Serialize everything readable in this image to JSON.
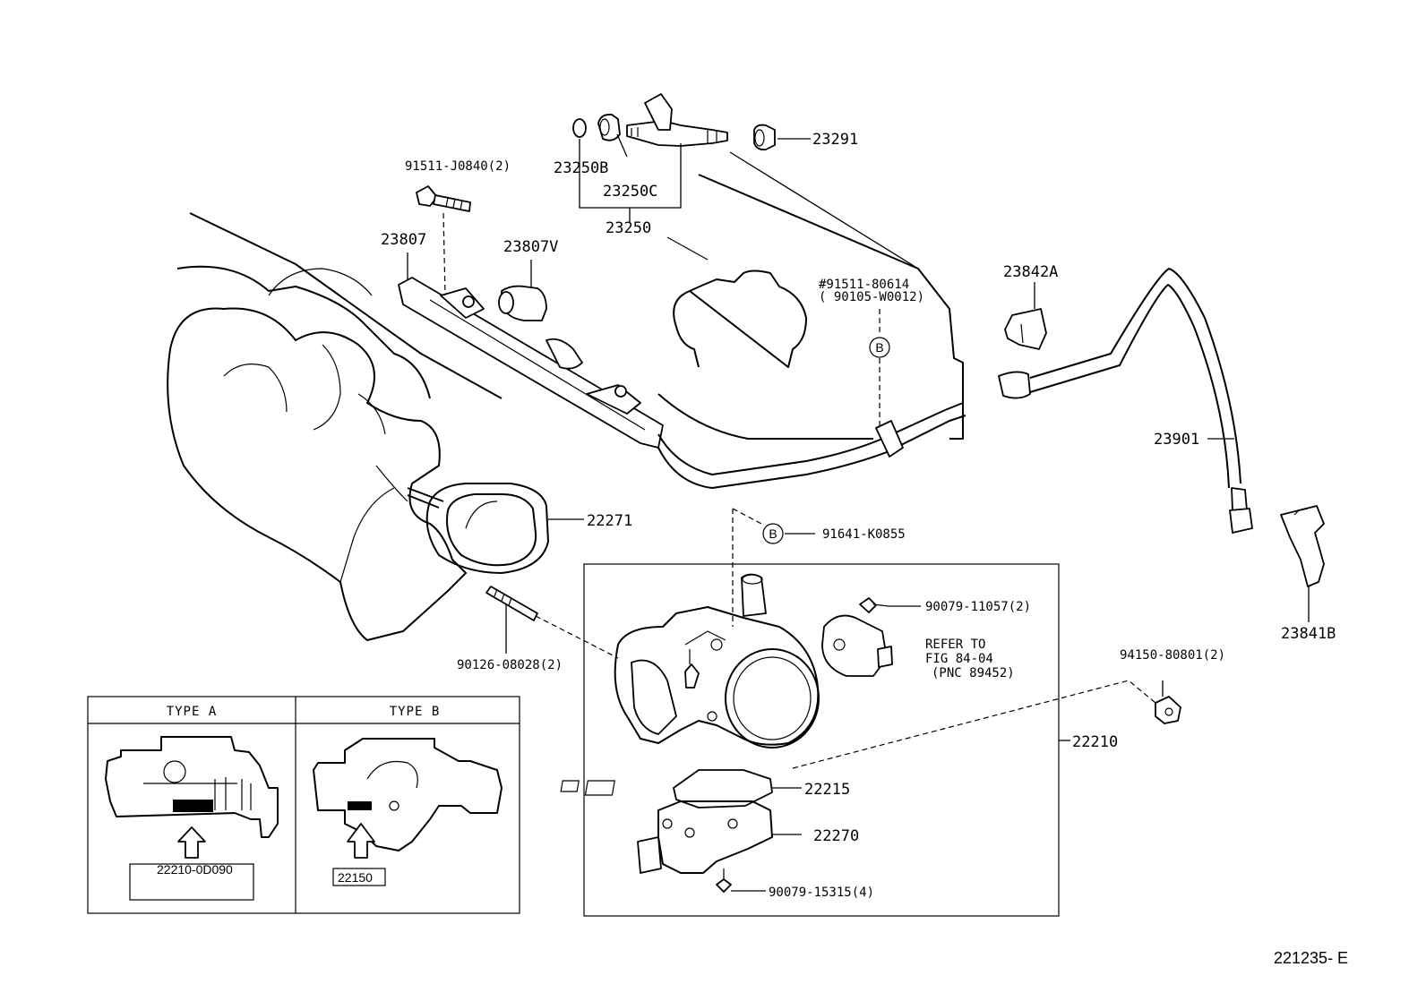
{
  "labels": {
    "p23291": "23291",
    "p23250B": "23250B",
    "p23250C": "23250C",
    "p23250": "23250",
    "p91511J": "91511-J0840(2)",
    "p23807": "23807",
    "p23807V": "23807V",
    "p91511_80614": "#91511-80614",
    "p90105": "( 90105-W0012)",
    "p23842A": "23842A",
    "p23901": "23901",
    "p22271": "22271",
    "p91641": "91641-K0855",
    "p23841B": "23841B",
    "p90079_11057": "90079-11057(2)",
    "refer1": "REFER TO",
    "refer2": "FIG 84-04",
    "refer3": "(PNC 89452)",
    "p94150": "94150-80801(2)",
    "p90126": "90126-08028(2)",
    "p22210": "22210",
    "p22215": "22215",
    "p22270": "22270",
    "p90079_15315": "90079-15315(4)",
    "markerB1": "B",
    "markerB2": "B"
  },
  "types": {
    "a_title": "TYPE A",
    "b_title": "TYPE B",
    "a_part": "22210-0D090",
    "b_part": "22150"
  },
  "figure_id": "221235- E"
}
